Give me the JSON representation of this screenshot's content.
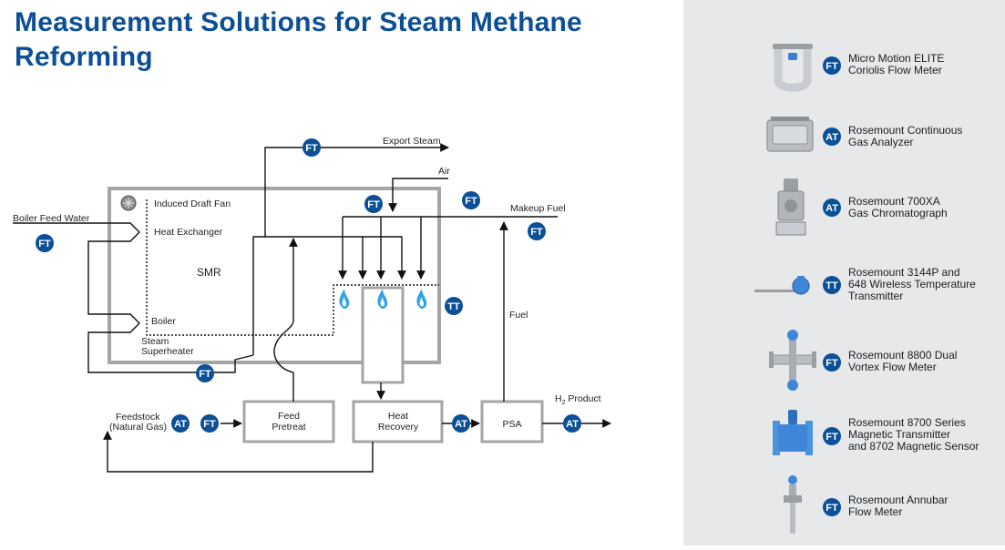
{
  "title": {
    "line1": "Measurement Solutions for Steam Methane",
    "line2": "Reforming"
  },
  "diagram": {
    "labels": {
      "export_steam": "Export Steam",
      "air": "Air",
      "makeup_fuel": "Makeup Fuel",
      "boiler_feed_water": "Boiler Feed Water",
      "induced_draft_fan": "Induced Draft Fan",
      "heat_exchanger": "Heat Exchanger",
      "smr": "SMR",
      "boiler": "Boiler",
      "steam_superheater_1": "Steam",
      "steam_superheater_2": "Superheater",
      "fuel": "Fuel",
      "feedstock_1": "Feedstock",
      "feedstock_2": "(Natural Gas)",
      "h2_product": "H",
      "h2_sub": "2",
      "h2_product_rest": " Product"
    },
    "boxes": {
      "feed_pretreat_1": "Feed",
      "feed_pretreat_2": "Pretreat",
      "heat_recovery_1": "Heat",
      "heat_recovery_2": "Recovery",
      "psa": "PSA"
    },
    "tags": {
      "ft": "FT",
      "at": "AT",
      "tt": "TT"
    }
  },
  "products": [
    {
      "tag": "FT",
      "line1": "Micro Motion ELITE",
      "line2": "Coriolis Flow Meter",
      "line3": ""
    },
    {
      "tag": "AT",
      "line1": "Rosemount Continuous",
      "line2": "Gas Analyzer",
      "line3": ""
    },
    {
      "tag": "AT",
      "line1": "Rosemount 700XA",
      "line2": "Gas Chromatograph",
      "line3": ""
    },
    {
      "tag": "TT",
      "line1": "Rosemount 3144P and",
      "line2": "648 Wireless Temperature",
      "line3": "Transmitter"
    },
    {
      "tag": "FT",
      "line1": "Rosemount 8800 Dual",
      "line2": "Vortex Flow Meter",
      "line3": ""
    },
    {
      "tag": "FT",
      "line1": "Rosemount 8700 Series",
      "line2": "Magnetic Transmitter",
      "line3": "and 8702 Magnetic Sensor"
    },
    {
      "tag": "FT",
      "line1": "Rosemount Annubar",
      "line2": "Flow Meter",
      "line3": ""
    }
  ],
  "colors": {
    "brand_blue": "#0b4f96",
    "flame": "#2ea3e8",
    "box_gray": "#a5a5a5",
    "panel_bg": "#e7e8ea"
  }
}
